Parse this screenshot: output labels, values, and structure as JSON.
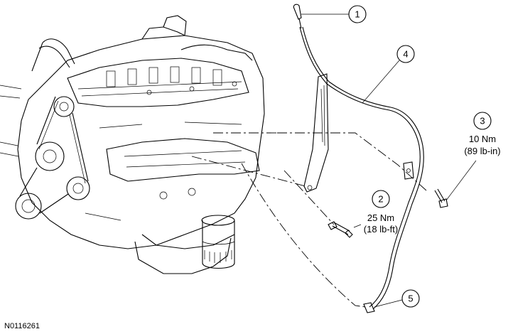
{
  "figure": {
    "id": "N0116261"
  },
  "callouts": [
    {
      "number": "1"
    },
    {
      "number": "2",
      "torque_nm": "25 Nm",
      "torque_imperial": "(18 lb-ft)"
    },
    {
      "number": "3",
      "torque_nm": "10 Nm",
      "torque_imperial": "(89 lb-in)"
    },
    {
      "number": "4"
    },
    {
      "number": "5"
    }
  ]
}
